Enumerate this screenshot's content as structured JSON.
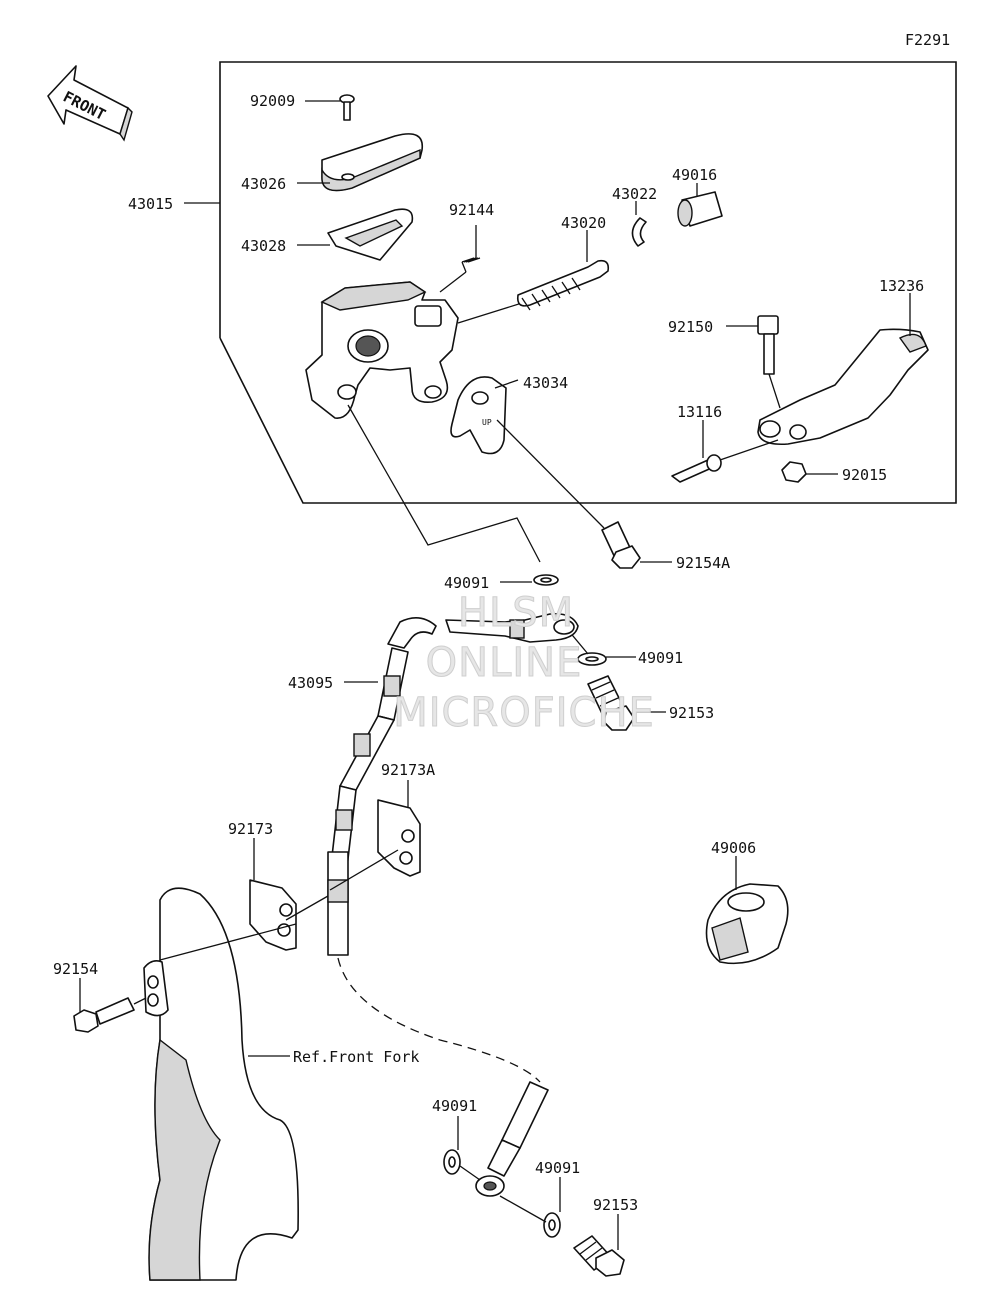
{
  "figure_code": "F2291",
  "front_label": "FRONT",
  "callouts": {
    "p92009": "92009",
    "p43026": "43026",
    "p43015": "43015",
    "p43028": "43028",
    "p92144": "92144",
    "p43020": "43020",
    "p43022": "43022",
    "p49016": "49016",
    "p13236": "13236",
    "p92150": "92150",
    "p43034": "43034",
    "p13116": "13116",
    "p92015": "92015",
    "p92154A": "92154A",
    "p49091_a": "49091",
    "p49091_b": "49091",
    "p43095": "43095",
    "p92153_a": "92153",
    "p92173A": "92173A",
    "p92173": "92173",
    "p49006": "49006",
    "p92154": "92154",
    "ref_front_fork": "Ref.Front Fork",
    "p49091_c": "49091",
    "p49091_d": "49091",
    "p92153_b": "92153"
  },
  "watermark": {
    "line1": "HLSM",
    "line2": "ONLINE",
    "line3": "MICROFICHE"
  }
}
